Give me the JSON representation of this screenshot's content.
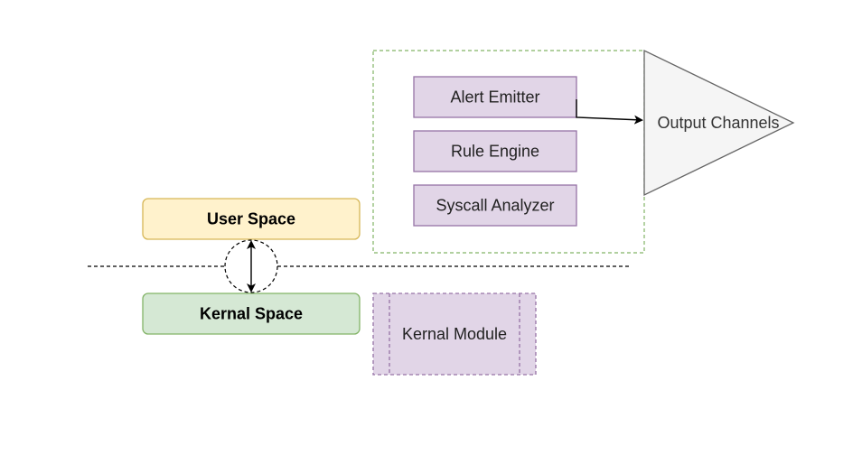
{
  "diagram": {
    "user_space": {
      "label": "User Space",
      "fill": "#fff2cc",
      "stroke": "#d6b656"
    },
    "kernel_space": {
      "label": "Kernal Space",
      "fill": "#d5e8d4",
      "stroke": "#82b366"
    },
    "kernel_module": {
      "label": "Kernal Module",
      "fill": "#e1d5e7",
      "stroke": "#9673a6"
    },
    "userspace_group": {
      "stroke": "#82b366",
      "components": [
        {
          "label": "Alert Emitter"
        },
        {
          "label": "Rule Engine"
        },
        {
          "label": "Syscall Analyzer"
        }
      ],
      "component_fill": "#e1d5e7",
      "component_stroke": "#9673a6"
    },
    "output_channels": {
      "label": "Output Channels",
      "fill": "#f5f5f5",
      "stroke": "#666666"
    },
    "connections": [
      {
        "from": "Alert Emitter",
        "to": "Output Channels",
        "type": "arrow"
      },
      {
        "from": "User Space",
        "to": "Kernal Space",
        "type": "bidirectional"
      }
    ]
  }
}
